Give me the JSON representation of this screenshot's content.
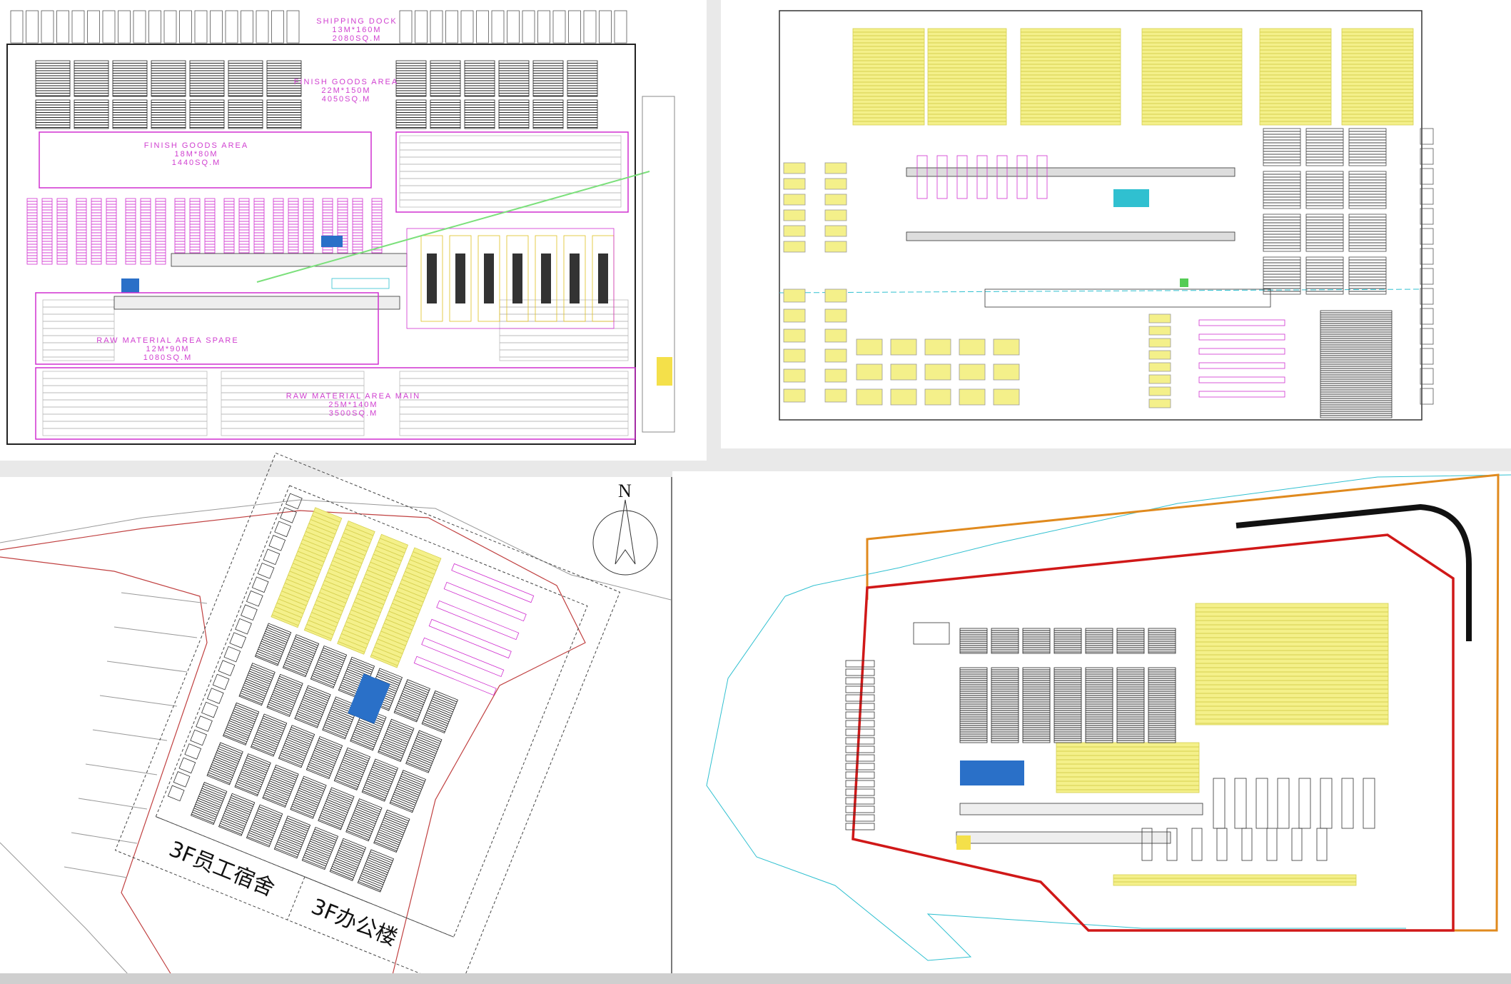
{
  "panels": {
    "top_left": {
      "labels": [
        {
          "name": "SHIPPING DOCK",
          "size": "13M*160M",
          "area": "2080SQ.M"
        },
        {
          "name": "FINISH GOODS AREA",
          "size": "22M*150M",
          "area": "4050SQ.M"
        },
        {
          "name": "FINISH GOODS AREA",
          "size": "18M*80M",
          "area": "1440SQ.M"
        },
        {
          "name": "RAW MATERIAL AREA SPARE",
          "size": "12M*90M",
          "area": "1080SQ.M"
        },
        {
          "name": "RAW MATERIAL AREA MAIN",
          "size": "25M*140M",
          "area": "3500SQ.M"
        }
      ]
    },
    "top_right": {},
    "bottom_left": {
      "north": "N",
      "dormitory_label": "3F员工宿舍",
      "office_label": "3F办公楼"
    },
    "bottom_right": {}
  },
  "colors": {
    "rack_yellow": "#f4f08a",
    "magenta": "#d030d0",
    "site_orange": "#e08a1e",
    "site_red": "#d01818",
    "cyan": "#30c0d0",
    "blue": "#2a70c8"
  }
}
